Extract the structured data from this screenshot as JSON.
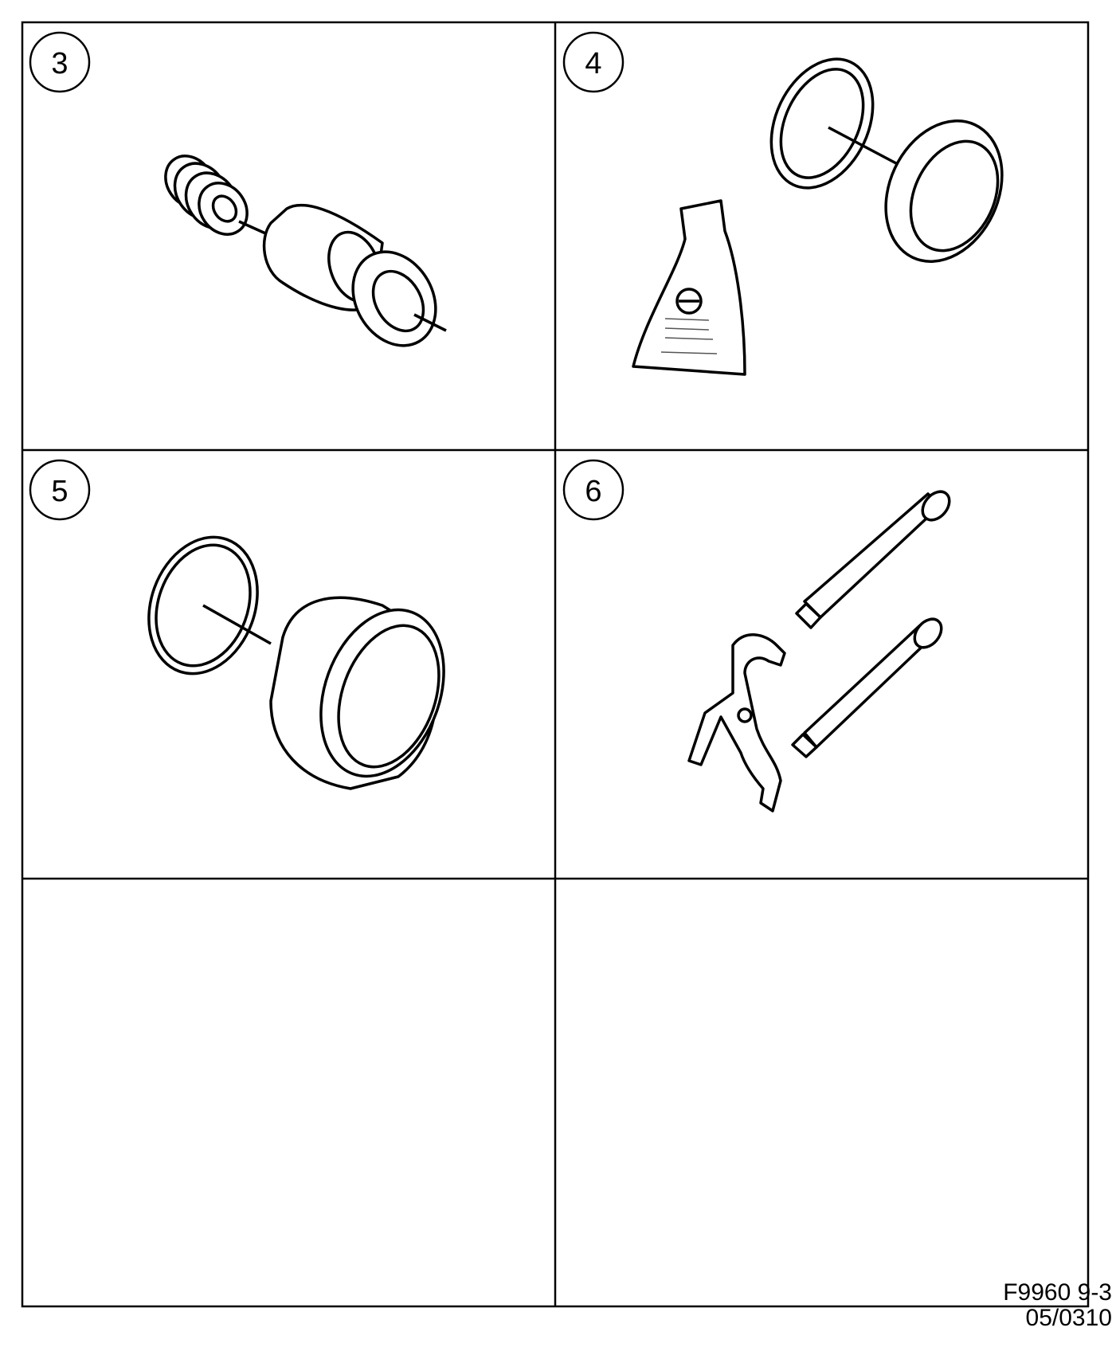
{
  "panels": [
    {
      "callout": "3",
      "part": "piston seal and boot set"
    },
    {
      "callout": "4",
      "part": "seal set with grease sachet"
    },
    {
      "callout": "5",
      "part": "piston boot with ring"
    },
    {
      "callout": "6",
      "part": "guide pins and clip"
    },
    {
      "callout": "",
      "part": ""
    },
    {
      "callout": "",
      "part": ""
    }
  ],
  "caption": {
    "figure_id": "F9960 9-3",
    "revision": "05/0310"
  }
}
